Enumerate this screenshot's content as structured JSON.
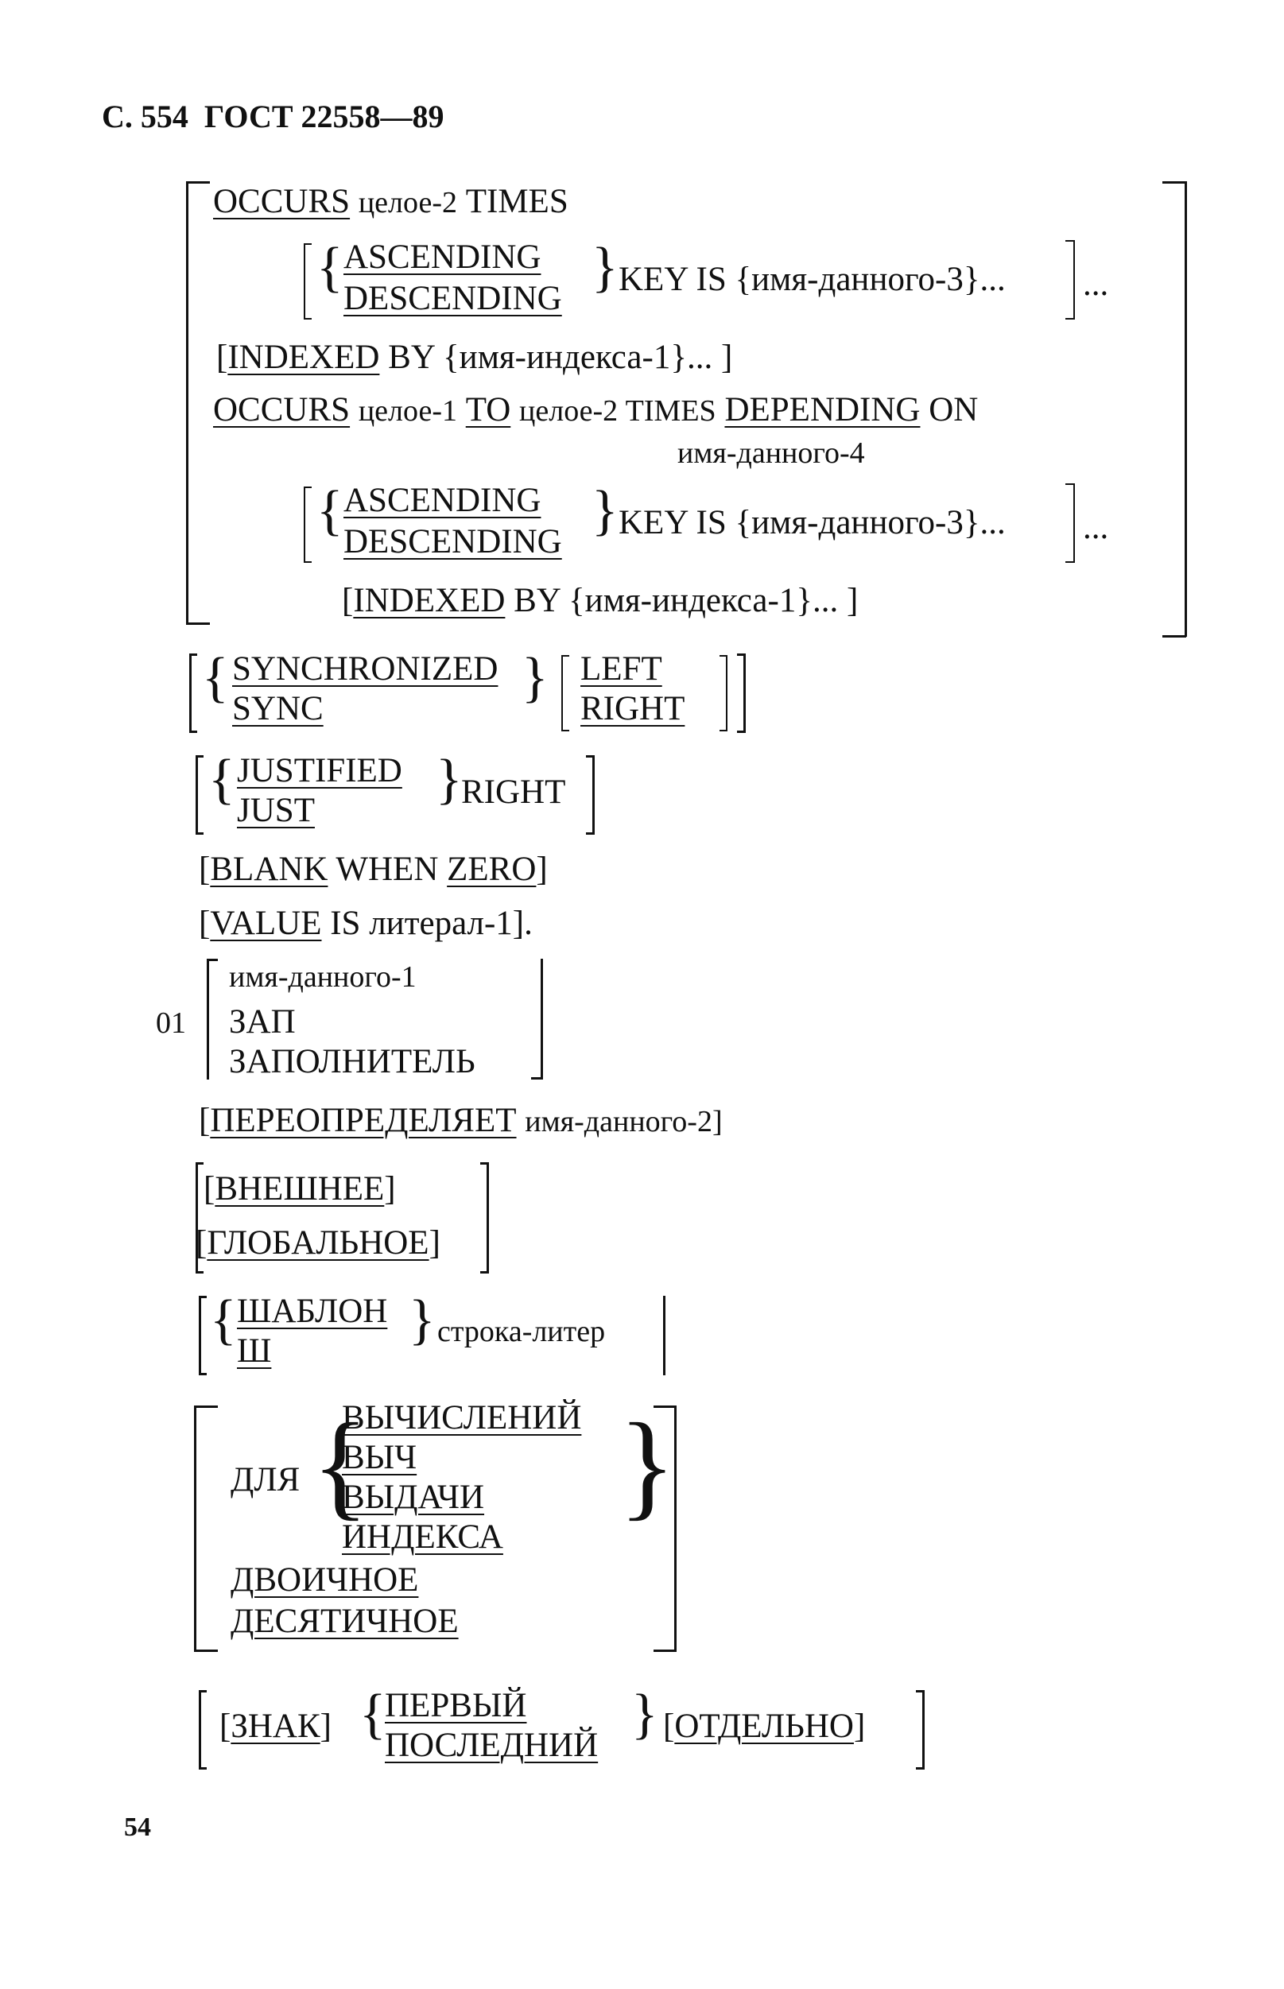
{
  "header": {
    "page": "С. 554",
    "standard": "ГОСТ 22558—89"
  },
  "block1": {
    "occurs1": "OCCURS",
    "integer2": "целое-2",
    "times": "TIMES",
    "ascending": "ASCENDING",
    "descending": "DESCENDING",
    "keyis": "KEY IS {имя-данного-3}...",
    "ellipsis": "...",
    "indexed": "INDEXED",
    "by": "BY {имя-индекса-1}...",
    "occurs2": "OCCURS",
    "integer1": "целое-1",
    "to": "TO",
    "integer2b": "целое-2 TIMES",
    "depending": "DEPENDING",
    "on": "ON",
    "dataname4": "имя-данного-4"
  },
  "sync": {
    "synchronized": "SYNCHRONIZED",
    "sync": "SYNC",
    "left": "LEFT",
    "right": "RIGHT"
  },
  "just": {
    "justified": "JUSTIFIED",
    "just": "JUST",
    "right": "RIGHT"
  },
  "blank": {
    "blank": "BLANK",
    "when": "WHEN",
    "zero": "ZERO"
  },
  "value": {
    "value": "VALUE",
    "rest": "IS литерал-1]."
  },
  "level01": {
    "level": "01",
    "dataname1": "имя-данного-1",
    "zap": "ЗАП",
    "filler": "ЗАПОЛНИТЕЛЬ"
  },
  "redefines": {
    "kw": "ПЕРЕОПРЕДЕЛЯЕТ",
    "rest": "имя-данного-2]"
  },
  "extglob": {
    "external": "ВНЕШНЕЕ",
    "global": "ГЛОБАЛЬНОЕ"
  },
  "picture": {
    "pic": "ШАБЛОН",
    "p": "Ш",
    "rest": "строка-литер"
  },
  "usage": {
    "for": "ДЛЯ",
    "computational": "ВЫЧИСЛЕНИЙ",
    "comp": "ВЫЧ",
    "display": "ВЫДАЧИ",
    "index": "ИНДЕКСА",
    "binary": "ДВОИЧНОЕ",
    "decimal": "ДЕСЯТИЧНОЕ"
  },
  "sign": {
    "sign": "ЗНАК",
    "leading": "ПЕРВЫЙ",
    "trailing": "ПОСЛЕДНИЙ",
    "separate": "ОТДЕЛЬНО"
  },
  "footer": {
    "page_number": "54"
  }
}
